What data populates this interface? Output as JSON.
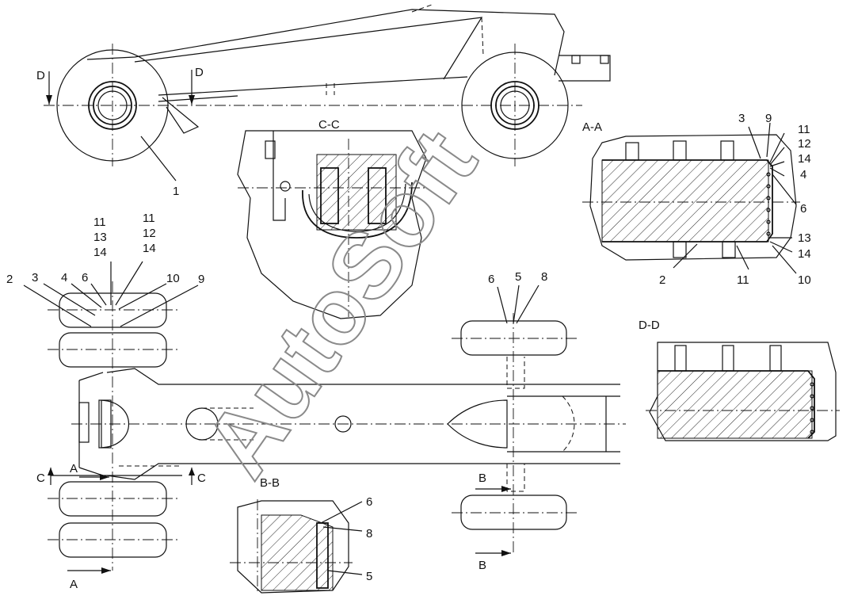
{
  "watermark": "AutoSoft",
  "callouts": {
    "top": [
      "1"
    ],
    "a_a": [
      "3",
      "9",
      "11",
      "12",
      "14",
      "4",
      "6",
      "13",
      "14",
      "2",
      "11",
      "10"
    ],
    "left": [
      "11",
      "13",
      "14",
      "11",
      "12",
      "14",
      "2",
      "3",
      "4",
      "6",
      "10",
      "9"
    ],
    "mid": [
      "6",
      "5",
      "8"
    ],
    "b_b": [
      "6",
      "8",
      "5"
    ]
  },
  "sections": [
    "C-C",
    "A-A",
    "D-D",
    "B-B"
  ],
  "cut_marks": [
    "D",
    "D",
    "A",
    "C",
    "C",
    "B",
    "B",
    "A"
  ]
}
